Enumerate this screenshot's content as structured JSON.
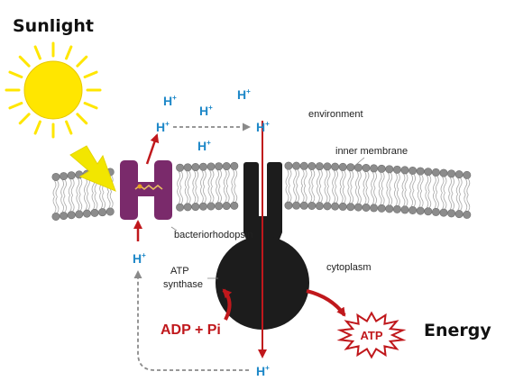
{
  "labels": {
    "sunlight": "Sunlight",
    "energy": "Energy",
    "environment": "environment",
    "inner_membrane": "inner membrane",
    "bacteriorhodopsin": "bacteriorhodopsin",
    "atp_synthase_line1": "ATP",
    "atp_synthase_line2": "synthase",
    "cytoplasm": "cytoplasm",
    "adp_pi": "ADP + Pi",
    "atp": "ATP"
  },
  "proton": {
    "symbol": "H",
    "charge": "+"
  },
  "colors": {
    "proton": "#1e88c8",
    "arrow_red": "#c0181c",
    "bacteriorhodopsin": "#7a2a6b",
    "atp_synthase": "#1c1c1c",
    "sun": "#ffe600",
    "light_arrow": "#f2e600",
    "lipid_head": "#8c8c8c",
    "dashed": "#8a8a8a"
  },
  "icons": [
    "sun-icon",
    "light-arrow-icon",
    "atp-burst-icon"
  ]
}
